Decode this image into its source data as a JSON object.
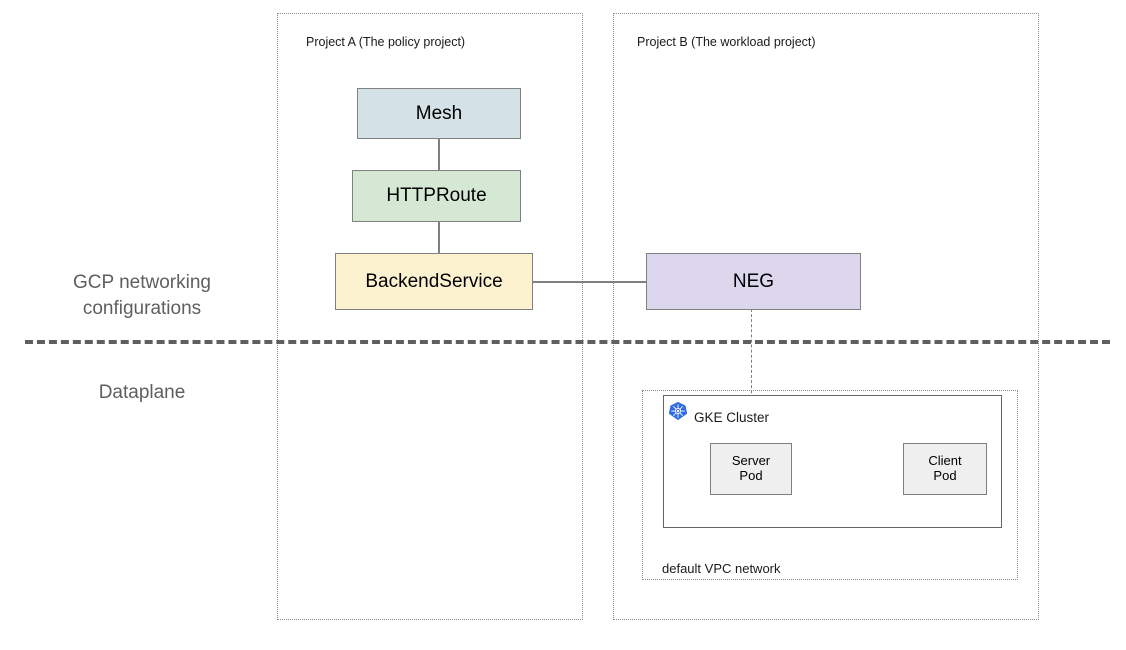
{
  "diagram": {
    "title_hidden": "",
    "projects": [
      {
        "id": "project-a",
        "label": "Project A (The policy project)"
      },
      {
        "id": "project-b",
        "label": "Project B (The workload project)"
      }
    ],
    "planes": [
      {
        "id": "control-plane",
        "label": "GCP networking\nconfigurations"
      },
      {
        "id": "dataplane",
        "label": "Dataplane"
      }
    ],
    "nodes": [
      {
        "id": "mesh",
        "label": "Mesh",
        "color": "#d4e1e6"
      },
      {
        "id": "httproute",
        "label": "HTTPRoute",
        "color": "#d5e8d4"
      },
      {
        "id": "backendservice",
        "label": "BackendService",
        "color": "#fdf2cf"
      },
      {
        "id": "neg",
        "label": "NEG",
        "color": "#ddd7ee"
      },
      {
        "id": "server-pod",
        "label": "Server\nPod",
        "color": "#efefef"
      },
      {
        "id": "client-pod",
        "label": "Client\nPod",
        "color": "#efefef"
      }
    ],
    "cluster": {
      "label": "GKE Cluster",
      "icon": "kubernetes-icon",
      "icon_color": "#326ce5"
    },
    "vpc": {
      "label": "default VPC network"
    },
    "colors": {
      "border_gray": "#808080",
      "dotted_gray": "#8c8c8c",
      "divider_gray": "#5f5f5f",
      "text_dark": "#1a1a1a"
    }
  }
}
